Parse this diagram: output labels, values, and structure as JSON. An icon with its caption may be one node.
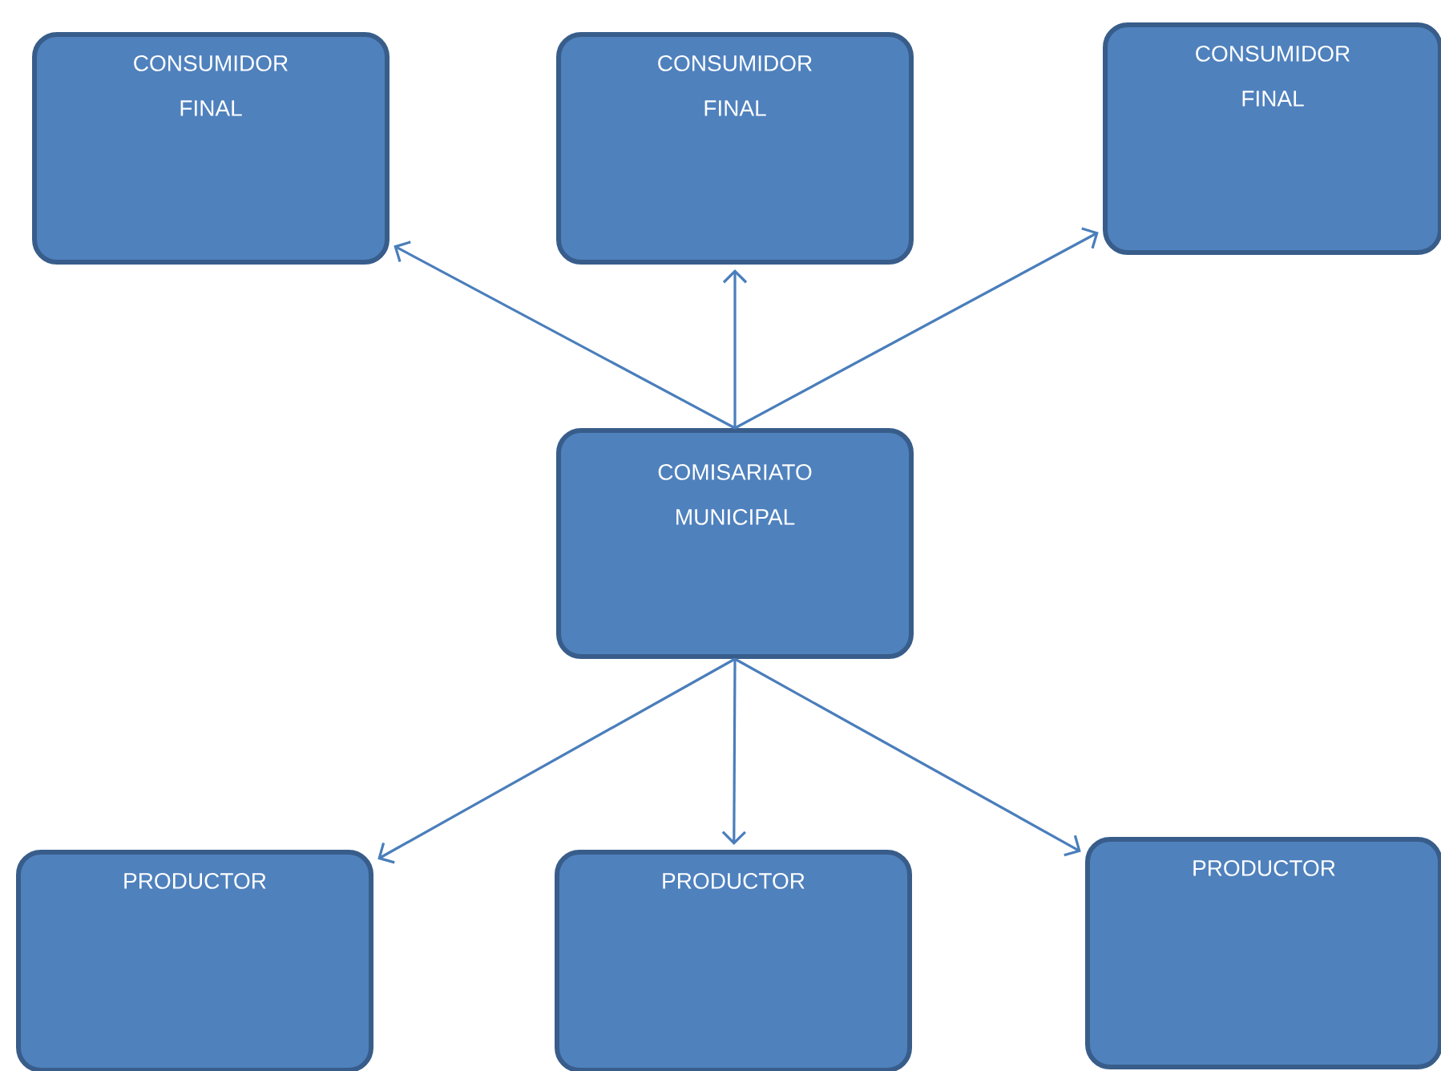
{
  "diagram": {
    "nodes": [
      {
        "text": [
          "CONSUMIDOR FINAL"
        ]
      },
      {
        "text": [
          "CONSUMIDOR FINAL"
        ]
      },
      {
        "text": [
          "CONSUMIDOR FINAL"
        ]
      },
      {
        "text": [
          "COMISARIATO MUNICIPAL"
        ]
      },
      {
        "text": [
          "PRODUCTOR"
        ]
      },
      {
        "text": [
          "PRODUCTOR"
        ]
      },
      {
        "text": [
          "PRODUCTOR"
        ]
      }
    ],
    "edges": [
      {
        "from": 3,
        "to": 0,
        "arrow": "to"
      },
      {
        "from": 3,
        "to": 1,
        "arrow": "to"
      },
      {
        "from": 3,
        "to": 2,
        "arrow": "to"
      },
      {
        "from": 3,
        "to": 4,
        "arrow": "to"
      },
      {
        "from": 3,
        "to": 5,
        "arrow": "to"
      },
      {
        "from": 3,
        "to": 6,
        "arrow": "to"
      }
    ]
  }
}
